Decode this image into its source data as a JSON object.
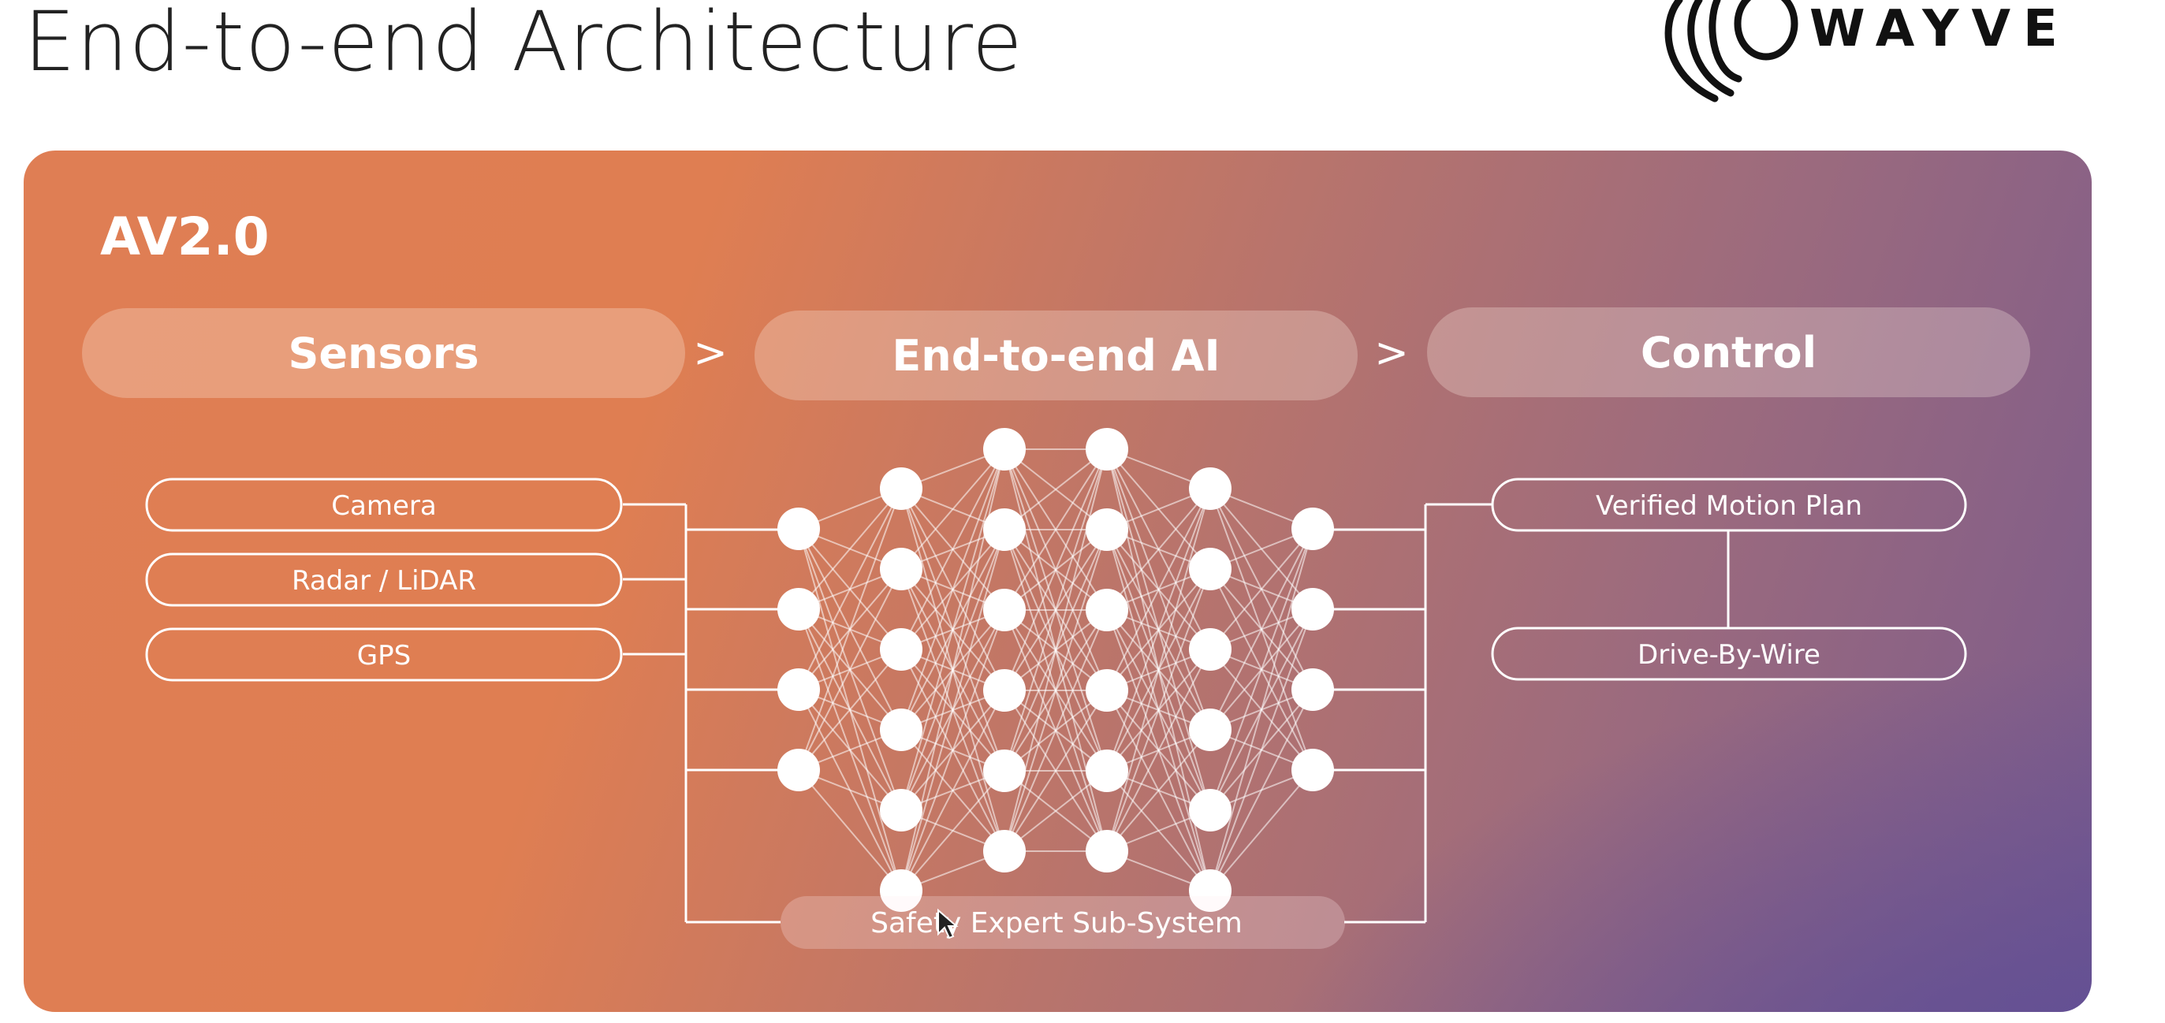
{
  "slide": {
    "title": "End-to-end Architecture",
    "logo_text": "WAYVE"
  },
  "panel": {
    "heading": "AV2.0",
    "stages": [
      "Sensors",
      "End-to-end AI",
      "Control"
    ],
    "stage_separator": ">",
    "inputs": [
      "Camera",
      "Radar / LiDAR",
      "GPS"
    ],
    "outputs": [
      "Verified Motion Plan",
      "Drive-By-Wire"
    ],
    "safety_system": "Safety Expert Sub-System"
  },
  "network": {
    "layer_node_counts": [
      4,
      6,
      6,
      6,
      6,
      4
    ],
    "colors": {
      "node": "#ffffff",
      "edge": "rgba(255,255,255,0.55)"
    }
  },
  "colors": {
    "panel_start": "#df7e54",
    "panel_end": "#5d4d96",
    "text": "#ffffff",
    "title": "#222222"
  }
}
